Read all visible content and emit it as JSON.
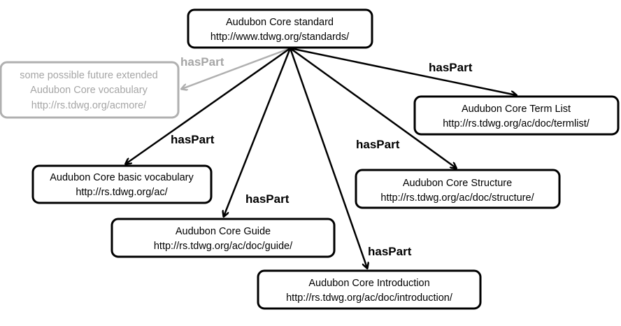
{
  "nodes": {
    "standard": {
      "title": "Audubon Core standard",
      "url": "http://www.tdwg.org/standards/"
    },
    "future": {
      "line1": "some possible future extended",
      "line2": "Audubon Core vocabulary",
      "url": "http://rs.tdwg.org/acmore/"
    },
    "termlist": {
      "title": "Audubon Core Term List",
      "url": "http://rs.tdwg.org/ac/doc/termlist/"
    },
    "basic": {
      "title": "Audubon Core basic vocabulary",
      "url": "http://rs.tdwg.org/ac/"
    },
    "structure": {
      "title": "Audubon Core Structure",
      "url": "http://rs.tdwg.org/ac/doc/structure/"
    },
    "guide": {
      "title": "Audubon Core Guide",
      "url": "http://rs.tdwg.org/ac/doc/guide/"
    },
    "intro": {
      "title": "Audubon Core Introduction",
      "url": "http://rs.tdwg.org/ac/doc/introduction/"
    }
  },
  "edge_label": "hasPart",
  "colors": {
    "main": "#000000",
    "future": "#a6a6a6"
  }
}
